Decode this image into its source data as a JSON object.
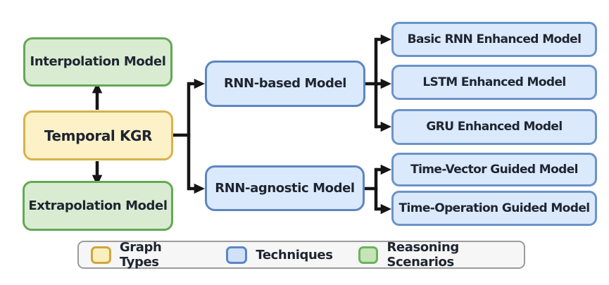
{
  "diagram": {
    "root": {
      "label": "Temporal KGR"
    },
    "scenarios": {
      "interpolation": {
        "label": "Interpolation Model"
      },
      "extrapolation": {
        "label": "Extrapolation Model"
      }
    },
    "techniques": {
      "rnn_based": {
        "label": "RNN-based Model"
      },
      "rnn_agnostic": {
        "label": "RNN-agnostic Model"
      },
      "basic_rnn": {
        "label": "Basic RNN Enhanced Model"
      },
      "lstm": {
        "label": "LSTM Enhanced Model"
      },
      "gru": {
        "label": "GRU Enhanced Model"
      },
      "time_vector": {
        "label": "Time-Vector Guided Model"
      },
      "time_operation": {
        "label": "Time-Operation Guided Model"
      }
    }
  },
  "legend": {
    "items": [
      {
        "label": "Graph Types",
        "fill": "#fbefbe",
        "border": "#cfa63a"
      },
      {
        "label": "Techniques",
        "fill": "#cfe2f9",
        "border": "#5b86c5"
      },
      {
        "label": "Reasoning Scenarios",
        "fill": "#c5e4b8",
        "border": "#6cb35c"
      }
    ]
  },
  "palette": {
    "graph_type_fill": "#fdf1c8",
    "graph_type_border": "#d7b24c",
    "technique_fill": "#dbe9fc",
    "technique_border": "#5e86c0",
    "scenario_fill": "#d9ecd2",
    "scenario_border": "#63a854",
    "connector": "#151515",
    "text": "#1e2531"
  }
}
